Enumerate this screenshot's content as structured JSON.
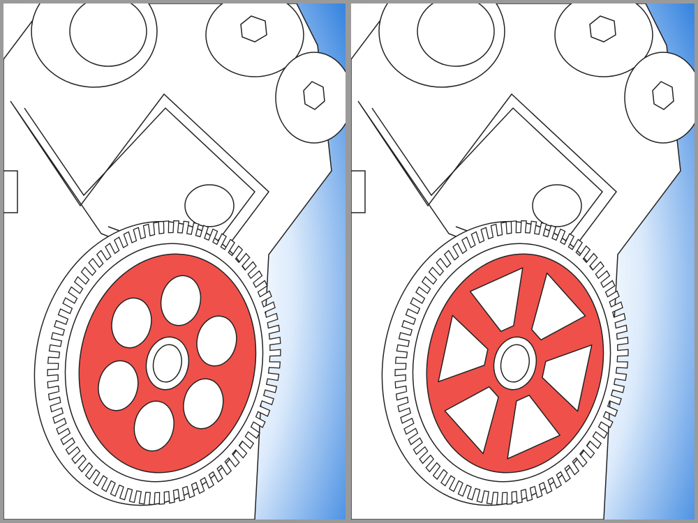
{
  "colors": {
    "frame": "#9a9a9a",
    "gear_red": "#f0504a",
    "blue_light": "#dbeafb",
    "blue_dark": "#3a86e0",
    "line": "#222222"
  },
  "panels": [
    {
      "design": "circular-holes",
      "hole_count": 6
    },
    {
      "design": "spoked",
      "spoke_count": 6
    }
  ]
}
